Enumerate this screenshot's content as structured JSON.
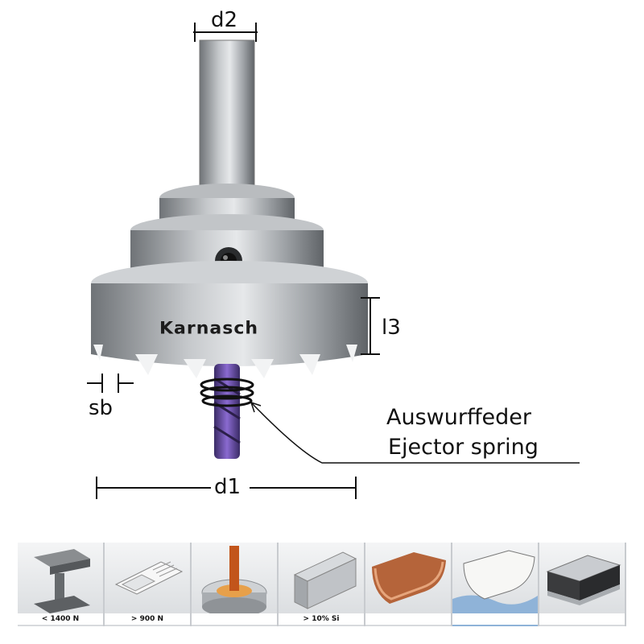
{
  "brand": "Karnasch",
  "dimensions": {
    "d2": "d2",
    "l3": "l3",
    "sb": "sb",
    "d1": "d1"
  },
  "callout": {
    "line1": "Auswurffeder",
    "line2": "Ejector spring"
  },
  "applications": [
    {
      "icon": "steel-beam-icon",
      "caption": "< 1400 N"
    },
    {
      "icon": "sink-icon",
      "caption": "> 900 N"
    },
    {
      "icon": "coolant-pipe-icon",
      "caption": ""
    },
    {
      "icon": "aluminium-profile-icon",
      "caption": "> 10% Si"
    },
    {
      "icon": "copper-gutter-icon",
      "caption": ""
    },
    {
      "icon": "pvc-gutter-icon",
      "caption": ""
    },
    {
      "icon": "sandwich-panel-icon",
      "caption": ""
    }
  ]
}
